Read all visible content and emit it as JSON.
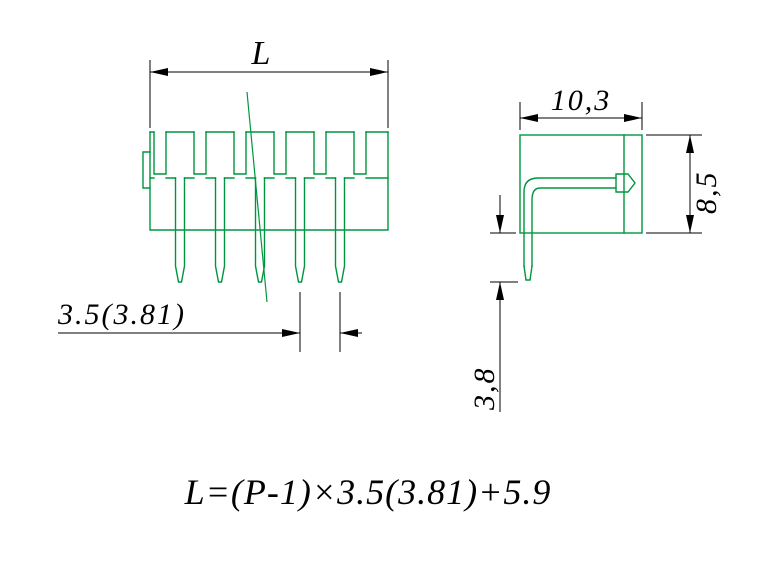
{
  "drawing": {
    "colors": {
      "part_outline": "#009640",
      "dimension_lines": "#000000",
      "background": "#ffffff"
    },
    "front_view": {
      "length_dim": "L",
      "pitch_dim": "3.5(3.81)"
    },
    "side_view": {
      "width_dim": "10,3",
      "height_dim": "8,5",
      "pin_length_dim": "3,8"
    },
    "formula": "L=(P-1)×3.5(3.81)+5.9"
  }
}
